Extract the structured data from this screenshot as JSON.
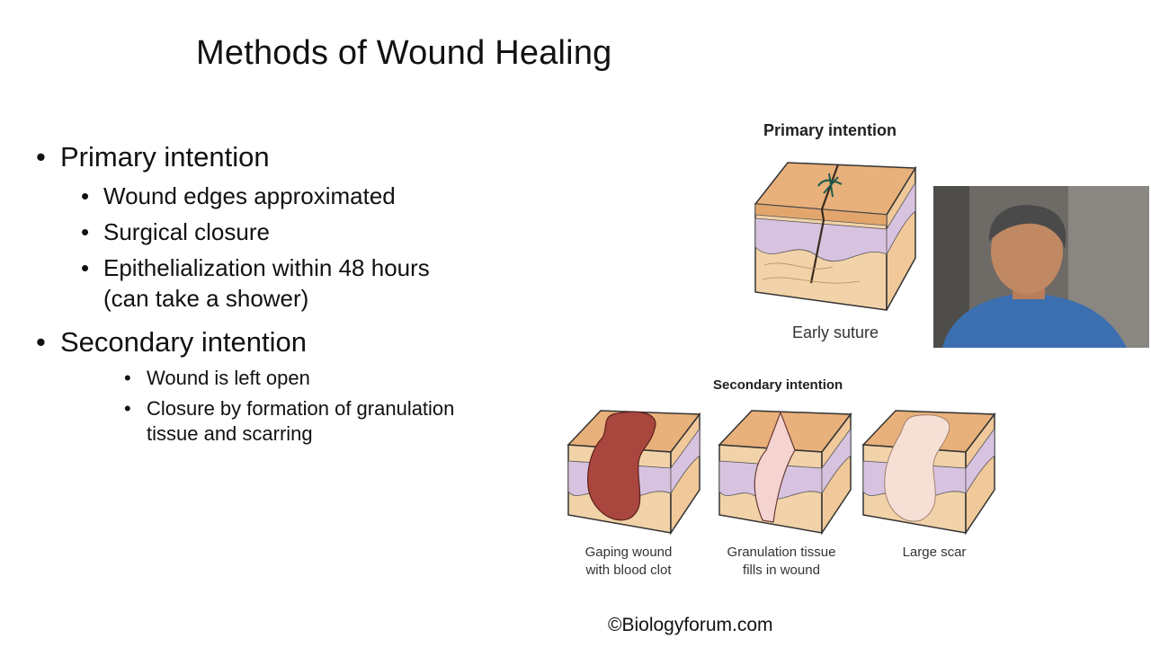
{
  "slide": {
    "title": "Methods of Wound Healing"
  },
  "bullets": {
    "primary": {
      "heading": "Primary intention",
      "items": [
        "Wound edges approximated",
        "Surgical closure",
        "Epithelialization within 48 hours",
        "(can take a shower)"
      ]
    },
    "secondary": {
      "heading": "Secondary intention",
      "items": [
        "Wound is left open",
        "Closure by formation of granulation",
        "tissue and scarring"
      ]
    }
  },
  "figure": {
    "primary_title": "Primary intention",
    "primary_caption": "Early suture",
    "secondary_title": "Secondary intention",
    "panels": [
      {
        "caption_line1": "Gaping wound",
        "caption_line2": "with blood clot"
      },
      {
        "caption_line1": "Granulation tissue",
        "caption_line2": "fills in wound"
      },
      {
        "caption_line1": "Large scar",
        "caption_line2": ""
      }
    ]
  },
  "footer": {
    "copyright": "©Biologyforum.com"
  },
  "colors": {
    "skin_top": "#e8b07a",
    "dermis": "#f2d2a8",
    "subcutaneous": "#d7c3e0",
    "blood_clot": "#a9473f",
    "granulation": "#f4d3d0"
  }
}
